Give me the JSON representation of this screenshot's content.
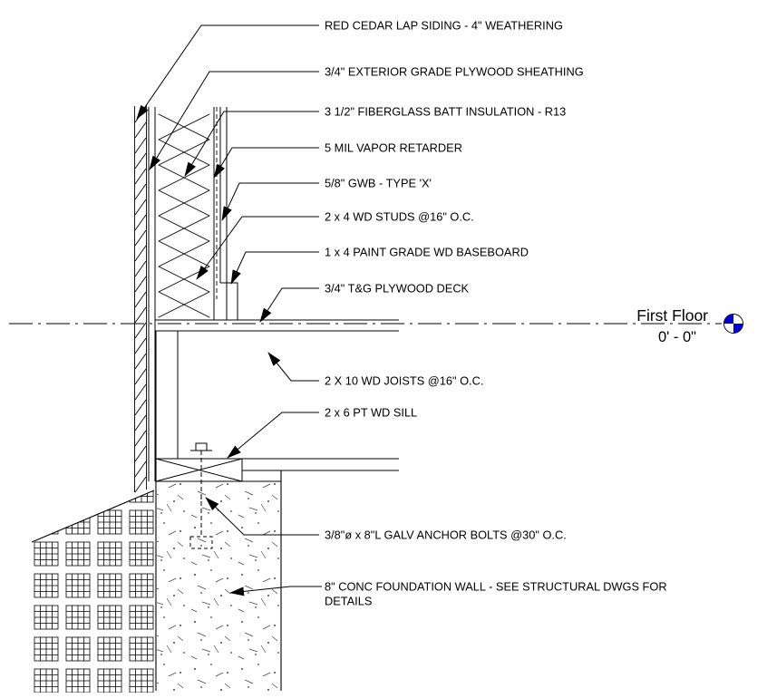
{
  "level": {
    "name": "First Floor",
    "elevation": "0' - 0\""
  },
  "callouts": [
    {
      "id": "siding",
      "text": "RED CEDAR LAP SIDING - 4\" WEATHERING"
    },
    {
      "id": "sheathing",
      "text": "3/4\" EXTERIOR GRADE PLYWOOD SHEATHING"
    },
    {
      "id": "insulation",
      "text": "3 1/2\" FIBERGLASS BATT INSULATION - R13"
    },
    {
      "id": "vapor_retarder",
      "text": "5 MIL VAPOR RETARDER"
    },
    {
      "id": "gwb",
      "text": "5/8\" GWB - TYPE 'X'"
    },
    {
      "id": "studs",
      "text": "2 x 4 WD STUDS @16\" O.C."
    },
    {
      "id": "baseboard",
      "text": "1 x 4 PAINT GRADE WD BASEBOARD"
    },
    {
      "id": "deck",
      "text": "3/4\" T&G PLYWOOD DECK"
    },
    {
      "id": "joists",
      "text": "2 X 10 WD JOISTS @16\" O.C."
    },
    {
      "id": "sill",
      "text": "2 x 6 PT WD SILL"
    },
    {
      "id": "anchor_bolts",
      "text": "3/8\"ø x 8\"L GALV ANCHOR BOLTS @30\" O.C."
    },
    {
      "id": "foundation",
      "lines": [
        "8\" CONC FOUNDATION WALL - SEE STRUCTURAL DWGS FOR",
        "DETAILS"
      ]
    }
  ],
  "colors": {
    "line": "#000000",
    "level_marker_blue": "#0000CD",
    "background": "#FFFFFF"
  }
}
